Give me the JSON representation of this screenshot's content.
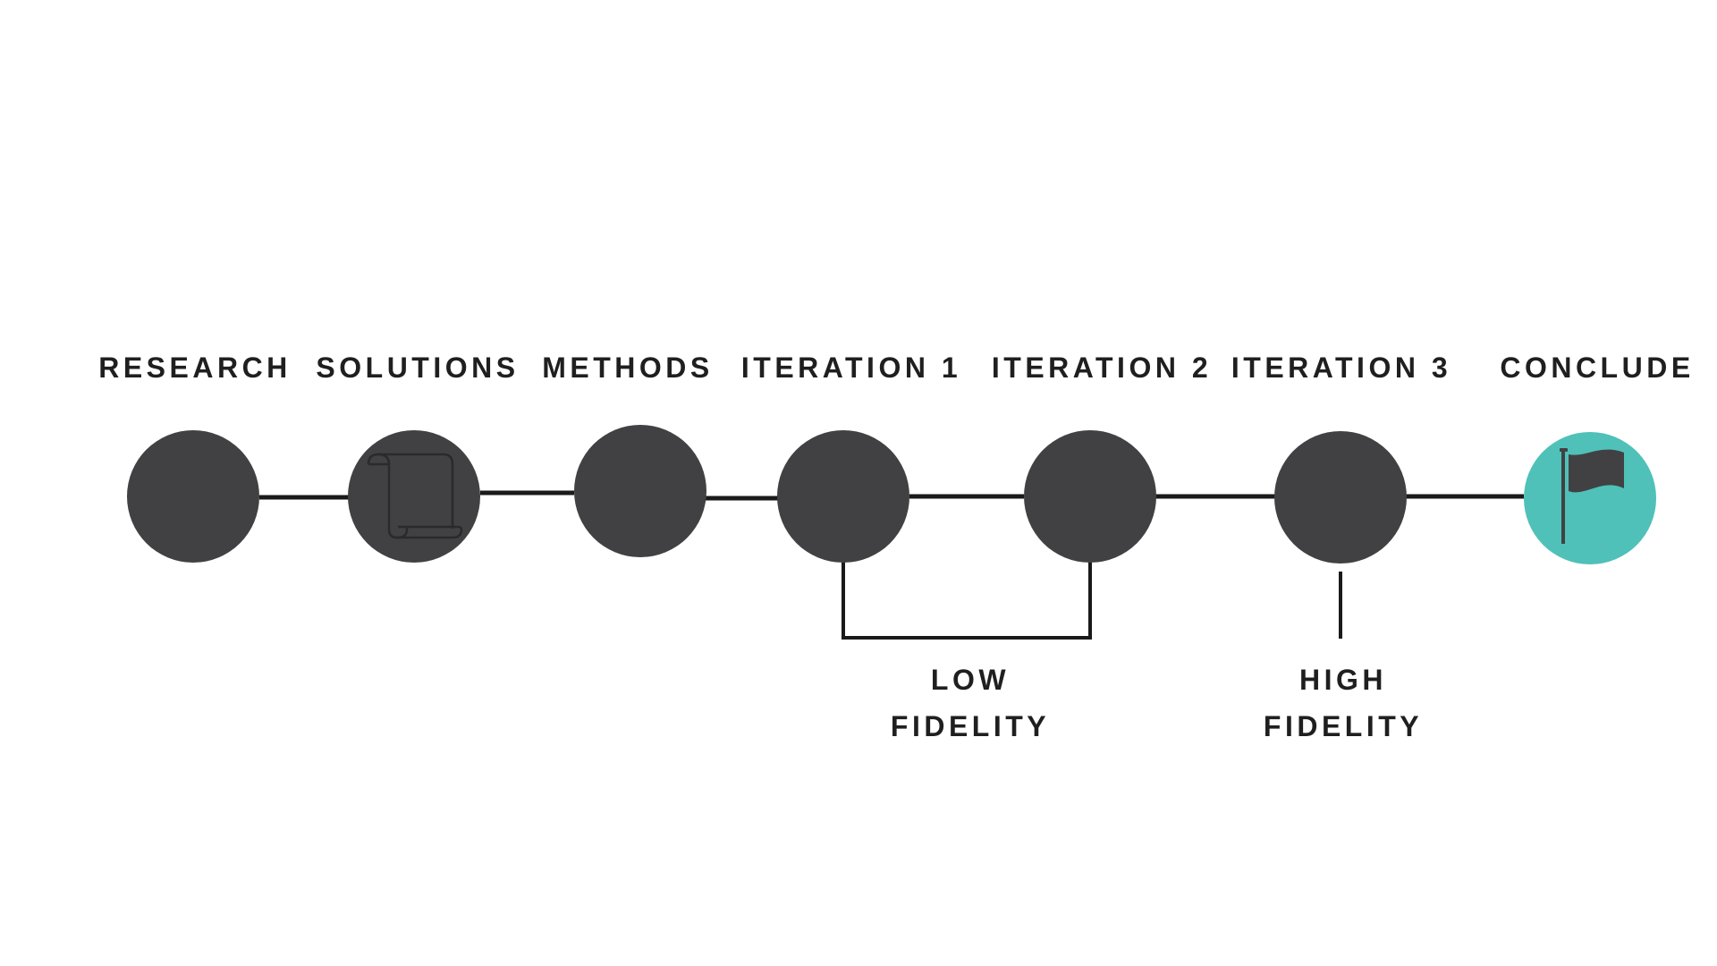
{
  "steps": [
    {
      "label": "RESEARCH",
      "icon": null
    },
    {
      "label": "SOLUTIONS",
      "icon": "scroll-icon"
    },
    {
      "label": "METHODS",
      "icon": null
    },
    {
      "label": "ITERATION 1",
      "icon": null
    },
    {
      "label": "ITERATION 2",
      "icon": null
    },
    {
      "label": "ITERATION 3",
      "icon": null
    },
    {
      "label": "CONCLUDE",
      "icon": "flag-icon"
    }
  ],
  "groups": {
    "low": {
      "line1": "LOW",
      "line2": "FIDELITY"
    },
    "high": {
      "line1": "HIGH",
      "line2": "FIDELITY"
    }
  },
  "colors": {
    "node": "#414143",
    "accent": "#4fc1b8",
    "line": "#1a1a1a",
    "text": "#1f1f1f"
  }
}
